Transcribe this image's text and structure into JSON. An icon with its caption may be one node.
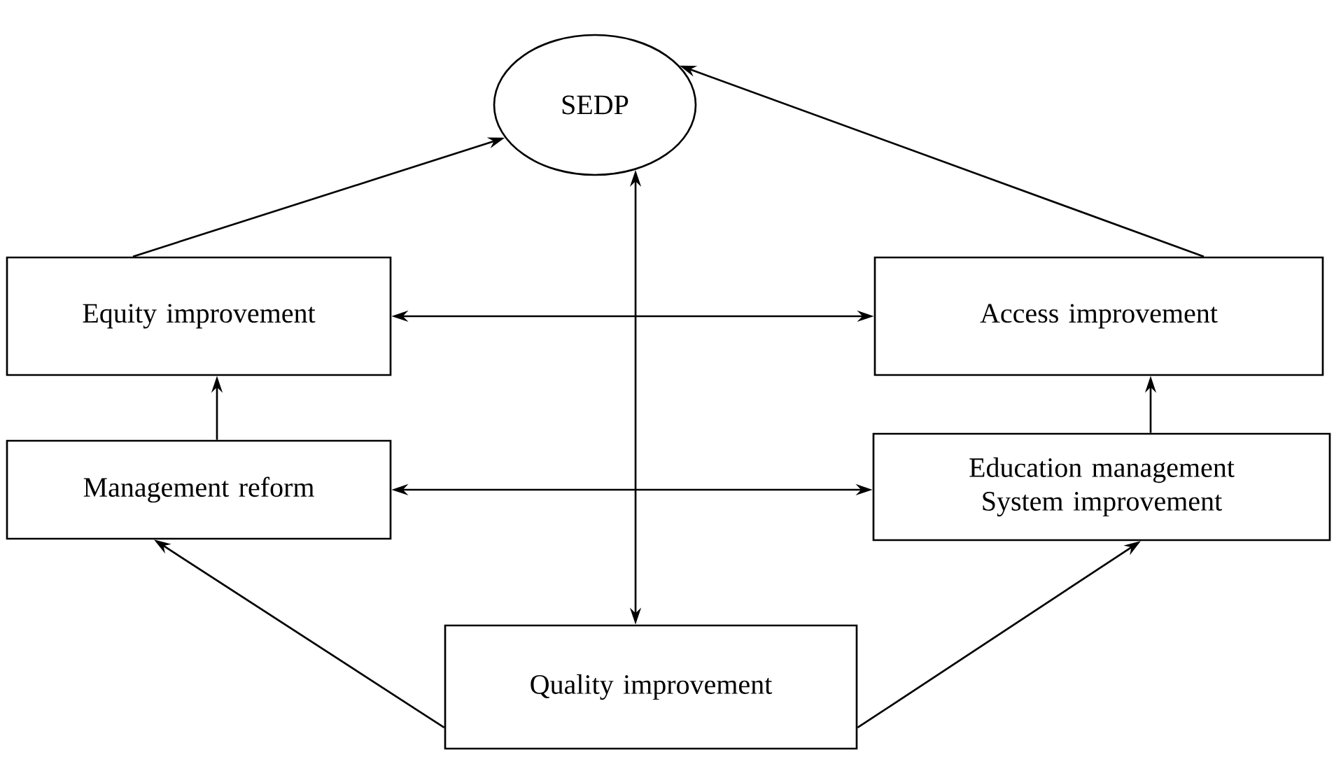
{
  "diagram": {
    "nodes": [
      {
        "text": [
          "SEDP"
        ]
      },
      {
        "text": [
          "Equity improvement"
        ]
      },
      {
        "text": [
          "Access improvement"
        ]
      },
      {
        "text": [
          "Management reform"
        ]
      },
      {
        "text": [
          "Education management System improvement"
        ]
      },
      {
        "text": [
          "Quality improvement"
        ]
      }
    ],
    "edges": [
      {
        "from": 1,
        "to": 0,
        "arrow": "to"
      },
      {
        "from": 2,
        "to": 0,
        "arrow": "to"
      },
      {
        "from": 0,
        "to": 5,
        "arrow": "both"
      },
      {
        "from": 1,
        "to": 2,
        "arrow": "both"
      },
      {
        "from": 3,
        "to": 1,
        "arrow": "to"
      },
      {
        "from": 3,
        "to": 4,
        "arrow": "both"
      },
      {
        "from": 4,
        "to": 2,
        "arrow": "to"
      },
      {
        "from": 5,
        "to": 3,
        "arrow": "to"
      },
      {
        "from": 5,
        "to": 4,
        "arrow": "to"
      }
    ]
  }
}
